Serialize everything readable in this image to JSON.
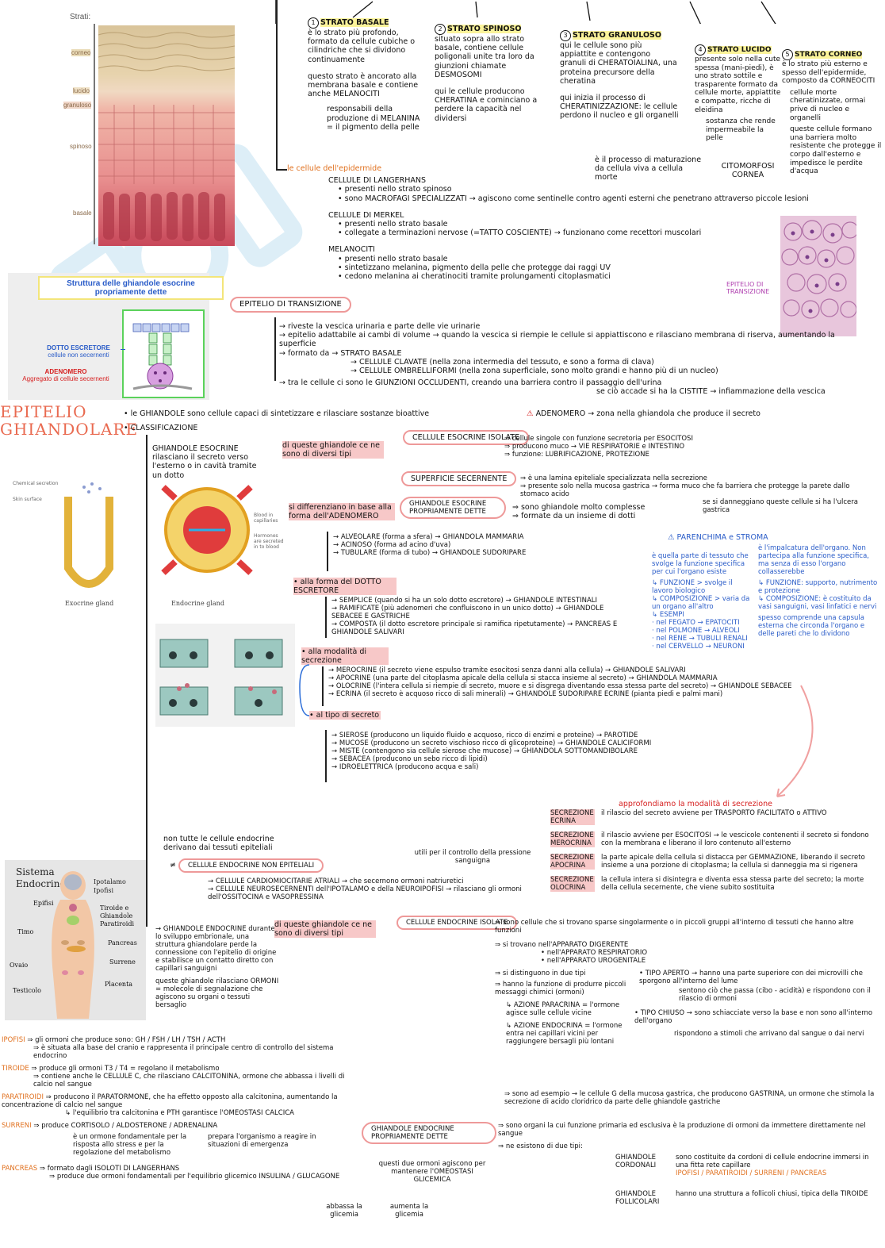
{
  "colors": {
    "accent": "#e96a50",
    "highlight": "#f7c8c8",
    "blue_title": "#2a5cc8",
    "epidermis_top": "#d4b98a",
    "epidermis_mid": "#e79a9a",
    "epidermis_base": "#c84a52"
  },
  "epidermis_figure": {
    "title": "Strati:",
    "layers": [
      "corneo",
      "lucido",
      "granuloso",
      "spinoso",
      "basale"
    ]
  },
  "strata": [
    {
      "num": "1",
      "title": "STRATO BASALE",
      "text": "è lo strato più profondo, formato da cellule cubiche o cilindriche che si dividono continuamente",
      "text2": "questo strato è ancorato alla membrana basale e contiene anche MELANOCITI",
      "text3": "responsabili della produzione di MELANINA = il pigmento della pelle"
    },
    {
      "num": "2",
      "title": "STRATO SPINOSO",
      "text": "situato sopra allo strato basale, contiene cellule poligonali unite tra loro da giunzioni chiamate DESMOSOMI",
      "text2": "qui le cellule producono CHERATINA e cominciano a perdere la capacità nel dividersi"
    },
    {
      "num": "3",
      "title": "STRATO GRANULOSO",
      "text": "qui le cellule sono più appiattite e contengono granuli di CHERATOIALINA, una proteina precursore della cheratina",
      "text2": "qui inizia il processo di CHERATINIZZAZIONE: le cellule perdono il nucleo e gli organelli"
    },
    {
      "num": "4",
      "title": "STRATO LUCIDO",
      "text": "presente solo nella cute spessa (mani-piedi), è uno strato sottile e trasparente formato da cellule morte, appiattite e compatte, ricche di eleidina",
      "text2": "sostanza che rende impermeabile la pelle"
    },
    {
      "num": "5",
      "title": "STRATO CORNEO",
      "text": "è lo strato più esterno e spesso dell'epidermide, composto da CORNEOCITI",
      "text2": "cellule morte cheratinizzate, ormai prive di nucleo e organelli",
      "text3": "queste cellule formano una barriera molto resistente che protegge il corpo dall'esterno e impedisce le perdite d'acqua"
    }
  ],
  "citomorfosi": {
    "text": "è il processo di maturazione da cellula viva a cellula morte",
    "label": "CITOMORFOSI CORNEA"
  },
  "cellule_epidermide": {
    "title": "le cellule dell'epidermide",
    "items": [
      {
        "name": "CELLULE DI LANGERHANS",
        "lines": [
          "presenti nello strato spinoso",
          "sono MACROFAGI SPECIALIZZATI → agiscono come sentinelle contro agenti esterni che penetrano attraverso piccole lesioni"
        ]
      },
      {
        "name": "CELLULE DI MERKEL",
        "lines": [
          "presenti nello strato basale",
          "collegate a terminazioni nervose (=TATTO COSCIENTE) → funzionano come recettori muscolari"
        ]
      },
      {
        "name": "MELANOCITI",
        "lines": [
          "presenti nello strato basale",
          "sintetizzano melanina, pigmento della pelle che protegge dai raggi UV",
          "cedono melanina ai cheratinociti tramite prolungamenti citoplasmatici"
        ]
      }
    ]
  },
  "ghiandole_figure": {
    "title": "Struttura delle ghiandole esocrine propriamente dette",
    "dotto": "DOTTO ESCRETORE",
    "dotto_sub": "cellule non secernenti",
    "adenomero": "ADENOMERO",
    "adenomero_sub": "Aggregato di cellule secernenti"
  },
  "epitelio_transizione": {
    "title": "EPITELIO DI TRANSIZIONE",
    "micro_label": "EPITELIO DI TRANSIZIONE",
    "lines": [
      "riveste la vescica urinaria e parte delle vie urinarie",
      "epitelio adattabile ai cambi di volume → quando la vescica si riempie le cellule si appiattiscono e rilasciano membrana di riserva, aumentando la superficie",
      "formato da → STRATO BASALE",
      "→ CELLULE CLAVATE (nella zona intermedia del tessuto, e sono a forma di clava)",
      "→ CELLULE OMBRELLIFORMI (nella zona superficiale, sono molto grandi e hanno più di un nucleo)",
      "tra le cellule ci sono le GIUNZIONI OCCLUDENTI, creando una barriera contro il passaggio dell'urina",
      "se ciò accade si ha la CISTITE → infiammazione della vescica"
    ]
  },
  "epitelio_ghiandolare": {
    "title1": "EPITELIO",
    "title2": "GHIANDOLARE",
    "intro": "le GHIANDOLE sono cellule capaci di sintetizzare e rilasciare sostanze bioattive",
    "adenomero_note": "ADENOMERO → zona nella ghiandola che produce il secreto",
    "classificazione": "CLASSIFICAZIONE",
    "esocrine": "GHIANDOLE ESOCRINE rilasciano il secreto verso l'esterno o in cavità tramite un dotto",
    "diverse_tipi": "di queste ghiandole ce ne sono di diversi tipi",
    "isolate": "CELLULE ESOCRINE ISOLATE",
    "isolate_desc": [
      "cellule singole con funzione secretoria per ESOCITOSI",
      "producono muco → VIE RESPIRATORIE e INTESTINO",
      "funzione: LUBRIFICAZIONE, PROTEZIONE"
    ],
    "superficie": "SUPERFICIE SECERNENTE",
    "superficie_desc": [
      "è una lamina epiteliale specializzata nella secrezione",
      "presente solo nella mucosa gastrica → forma muco che fa barriera che protegge la parete dallo stomaco acido",
      "se si danneggiano queste cellule si ha l'ulcera gastrica"
    ],
    "propriamente": "GHIANDOLE ESOCRINE PROPRIAMENTE DETTE",
    "propriamente_desc": [
      "sono ghiandole molto complesse",
      "formate da un insieme di dotti"
    ],
    "adenomero_forma": "si differenziano in base alla forma dell'ADENOMERO",
    "forme": [
      "ALVEOLARE (forma a sfera) → GHIANDOLA MAMMARIA",
      "ACINOSO (forma ad acino d'uva)",
      "TUBULARE (forma di tubo) → GHIANDOLE SUDORIPARE"
    ],
    "dotto_forma": "alla forma del DOTTO ESCRETORE",
    "dotti": [
      "SEMPLICE (quando si ha un solo dotto escretore) → GHIANDOLE INTESTINALI",
      "RAMIFICATE (più adenomeri che confluiscono in un unico dotto) → GHIANDOLE SEBACEE E GASTRICHE",
      "COMPOSTA (il dotto escretore principale si ramifica ripetutamente) → PANCREAS E GHIANDOLE SALIVARI"
    ],
    "modalita": "alla modalità di secrezione",
    "modalita_list": [
      "MEROCRINE (il secreto viene espulso tramite esocitosi senza danni alla cellula) → GHIANDOLE SALIVARI",
      "APOCRINE (una parte del citoplasma apicale della cellula si stacca insieme al secreto) → GHIANDOLA MAMMARIA",
      "OLOCRINE (l'intera cellula si riempie di secreto, muore e si disgrega diventando essa stessa parte del secreto) → GHIANDOLE SEBACEE",
      "ECRINA (il secreto è acquoso ricco di sali minerali) → GHIANDOLE SUDORIPARE ECRINE (pianta piedi e palmi mani)"
    ],
    "tipo_secreto": "al tipo di secreto",
    "secreto_list": [
      "SIEROSE (producono un liquido fluido e acquoso, ricco di enzimi e proteine) → PAROTIDE",
      "MUCOSE (producono un secreto vischioso ricco di glicoproteine) → GHIANDOLE CALICIFORMI",
      "MISTE (contengono sia cellule sierose che mucose) → GHIANDOLA SOTTOMANDIBOLARE",
      "SEBACEA (producono un sebo ricco di lipidi)",
      "IDROELETTRICA (producono acqua e sali)"
    ]
  },
  "parenchima": {
    "title": "PARENCHIMA e STROMA",
    "left": [
      "è quella parte di tessuto che svolge la funzione specifica per cui l'organo esiste",
      "FUNZIONE > svolge il lavoro biologico",
      "COMPOSIZIONE > varia da un organo all'altro",
      "ESEMPI",
      "nel FEGATO → EPATOCITI",
      "nel POLMONE → ALVEOLI",
      "nel RENE → TUBULI RENALI",
      "nel CERVELLO → NEURONI"
    ],
    "right": [
      "è l'impalcatura dell'organo. Non partecipa alla funzione specifica, ma senza di esso l'organo collasserebbe",
      "FUNZIONE: supporto, nutrimento e protezione",
      "COMPOSIZIONE: è costituito da vasi sanguigni, vasi linfatici e nervi",
      "spesso comprende una capsula esterna che circonda l'organo e delle pareti che lo dividono"
    ]
  },
  "modalita_secrezione": {
    "title": "approfondiamo la modalità di secrezione",
    "items": [
      {
        "name": "SECREZIONE ECRINA",
        "desc": "il rilascio del secreto avviene per TRASPORTO FACILITATO o ATTIVO"
      },
      {
        "name": "SECREZIONE MEROCRINA",
        "desc": "il rilascio avviene per ESOCITOSI → le vescicole contenenti il secreto si fondono con la membrana e liberano il loro contenuto all'esterno"
      },
      {
        "name": "SECREZIONE APOCRINA",
        "desc": "la parte apicale della cellula si distacca per GEMMAZIONE, liberando il secreto insieme a una porzione di citoplasma; la cellula si danneggia ma si rigenera"
      },
      {
        "name": "SECREZIONE OLOCRINA",
        "desc": "la cellula intera si disintegra e diventa essa stessa parte del secreto; la morte della cellula secernente, che viene subito sostituita"
      }
    ]
  },
  "figure_labels": {
    "exocrine": "Exocrine gland",
    "endocrine": "Endocrine gland",
    "chemical": "Chemical secretion",
    "skin": "Skin surface",
    "blood": "Blood in capillaries",
    "hormones": "Hormones are secreted in to blood"
  },
  "endocrine_system": {
    "title1": "Sistema",
    "title2": "Endocrino",
    "labels": [
      "Ipotalamo",
      "Ipofisi",
      "Epifisi",
      "Tiroide e Ghiandole Paratiroidi",
      "Timo",
      "Pancreas",
      "Surrene",
      "Ovaio",
      "Placenta",
      "Testicolo"
    ]
  },
  "endocrine_text": {
    "non_epiteliali": "non tutte le cellule endocrine derivano dai tessuti epiteliali",
    "cellule_non_epi": "CELLULE ENDOCRINE NON EPITELIALI",
    "cardio": "CELLULE CARDIOMIOCITARIE ATRIALI → che secernono ormoni natriuretici",
    "cardio_note": "utili per il controllo della pressione sanguigna",
    "neuro": "CELLULE NEUROSECERNENTI dell'IPOTALAMO e della NEUROIPOFISI → rilasciano gli ormoni dell'OSSITOCINA e VASOPRESSINA",
    "endocrine": "GHIANDOLE ENDOCRINE durante lo sviluppo embrionale, una struttura ghiandolare perde la connessione con l'epitelio di origine e stabilisce un contatto diretto con capillari sanguigni",
    "ormoni": "queste ghiandole rilasciano ORMONI = molecole di segnalazione che agiscono su organi o tessuti bersaglio",
    "diverse_tipi": "di queste ghiandole ce ne sono di diversi tipi",
    "isolate": "CELLULE ENDOCRINE ISOLATE",
    "isolate_desc": "sono cellule che si trovano sparse singolarmente o in piccoli gruppi all'interno di tessuti che hanno altre funzioni",
    "si_trovano": [
      "si trovano nell'APPARATO DIGERENTE",
      "nell'APPARATO RESPIRATORIO",
      "nell'APPARATO UROGENITALE"
    ],
    "due_tipi": "si distinguono in due tipi",
    "aperto": "TIPO APERTO → hanno una parte superiore con dei microvilli che sporgono all'interno del lume",
    "aperto2": "sentono ciò che passa (cibo - acidità) e rispondono con il rilascio di ormoni",
    "chiuso": "TIPO CHIUSO → sono schiacciate verso la base e non sono all'interno dell'organo",
    "chiuso2": "rispondono a stimoli che arrivano dal sangue o dai nervi",
    "funzione": "hanno la funzione di produrre piccoli messaggi chimici (ormoni)",
    "paracrina": "AZIONE PARACRINA = l'ormone agisce sulle cellule vicine",
    "endocrina_az": "AZIONE ENDOCRINA = l'ormone entra nei capillari vicini per raggiungere bersagli più lontani",
    "esempio": "sono ad esempio → le cellule G della mucosa gastrica, che producono GASTRINA, un ormone che stimola la secrezione di acido cloridrico da parte delle ghiandole gastriche",
    "propriamente": "GHIANDOLE ENDOCRINE PROPRIAMENTE DETTE",
    "propriamente_desc": "sono organi la cui funzione primaria ed esclusiva è la produzione di ormoni da immettere direttamente nel sangue",
    "due_tipi2": "ne esistono di due tipi:",
    "cordonali": "GHIANDOLE CORDONALI",
    "cordonali_desc": "sono costituite da cordoni di cellule endocrine immersi in una fitta rete capillare",
    "cordonali_list": "IPOFISI / PARATIROIDI / SURRENI / PANCREAS",
    "follicolari": "GHIANDOLE FOLLICOLARI",
    "follicolari_desc": "hanno una struttura a follicoli chiusi, tipica della TIROIDE"
  },
  "ghiandole_list": [
    {
      "name": "IPOFISI",
      "lines": [
        "gli ormoni che produce sono: GH / FSH / LH / TSH / ACTH",
        "è situata alla base del cranio e rappresenta il principale centro di controllo del sistema endocrino"
      ]
    },
    {
      "name": "TIROIDE",
      "lines": [
        "produce gli ormoni T3 / T4 = regolano il metabolismo",
        "contiene anche le CELLULE C, che rilasciano CALCITONINA, ormone che abbassa i livelli di calcio nel sangue"
      ]
    },
    {
      "name": "PARATIROIDI",
      "lines": [
        "producono il PARATORMONE, che ha effetto opposto alla calcitonina, aumentando la concentrazione di calcio nel sangue",
        "l'equilibrio tra calcitonina e PTH garantisce l'OMEOSTASI CALCICA"
      ]
    },
    {
      "name": "SURRENI",
      "lines": [
        "produce CORTISOLO / ALDOSTERONE / ADRENALINA",
        "è un ormone fondamentale per la risposta allo stress e per la regolazione del metabolismo",
        "prepara l'organismo a reagire in situazioni di emergenza"
      ]
    },
    {
      "name": "PANCREAS",
      "lines": [
        "formato dagli ISOLOTI DI LANGERHANS",
        "produce due ormoni fondamentali per l'equilibrio glicemico INSULINA / GLUCAGONE",
        "questi due ormoni agiscono per mantenere l'OMEOSTASI GLICEMICA",
        "abbassa la glicemia",
        "aumenta la glicemia"
      ]
    }
  ]
}
